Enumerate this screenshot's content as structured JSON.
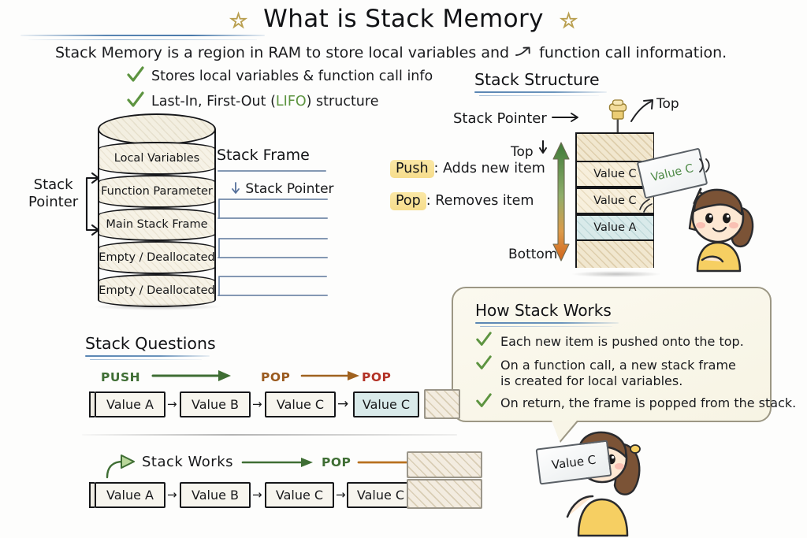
{
  "title": {
    "text": "What is Stack Memory",
    "star_left": "star-icon",
    "star_right": "star-icon"
  },
  "subtitle": {
    "part1": "Stack Memory is a region in RAM to store local variables and",
    "arrow": "↗",
    "part2": "function call information."
  },
  "intro_bullets": [
    {
      "text": "Stores local variables & function call info"
    },
    {
      "pre": "Last-In, First-Out (",
      "highlight": "LIFO",
      "post": ") structure"
    }
  ],
  "cylinder": {
    "segments": [
      "Local Variables",
      "Function Parameter",
      "Main Stack Frame",
      "Empty / Deallocated",
      "Empty / Deallocated"
    ],
    "left_label_line1": "Stack",
    "left_label_line2": "Pointer",
    "frame_label": "Stack Frame",
    "pointer_label": "Stack Pointer"
  },
  "legend": {
    "push_key": "Push",
    "push_desc": ": Adds new item",
    "pop_key": "Pop",
    "pop_desc": ": Removes item"
  },
  "stack_structure": {
    "heading": "Stack Structure",
    "stack_pointer_label": "Stack Pointer",
    "stack_pointer_arrow": "→",
    "top_right_label": "Top",
    "top_label": "Top",
    "top_arrow": "↓",
    "bottom_label": "Bottom",
    "cells": [
      {
        "text": "",
        "style": "empty"
      },
      {
        "text": "Value C",
        "style": "filled"
      },
      {
        "text": "Value C",
        "style": "filled"
      },
      {
        "text": "Value A",
        "style": "teal"
      },
      {
        "text": "",
        "style": "empty"
      }
    ],
    "held_card_label": "Value C"
  },
  "how_stack_works": {
    "heading": "How Stack Works",
    "items": [
      "Each new item is pushed onto the top.",
      "On a function call, a new stack frame\nis created for local variables.",
      "On return, the frame is popped from the stack."
    ],
    "character_card_label": "Value C"
  },
  "stack_questions": {
    "heading": "Stack Questions",
    "row1": {
      "labels": [
        {
          "text": "PUSH",
          "color": "#3f6e34"
        },
        {
          "text": "POP",
          "color": "#9a5a1e"
        },
        {
          "text": "POP",
          "color": "#b33226"
        }
      ],
      "boxes": [
        {
          "text": "Value A",
          "style": "plain"
        },
        {
          "text": "Value B",
          "style": "plain"
        },
        {
          "text": "Value C",
          "style": "plain"
        },
        {
          "text": "Value C",
          "style": "teal"
        },
        {
          "text": "",
          "style": "hatch"
        }
      ]
    },
    "row2": {
      "labels": [
        {
          "text": "Stack Works",
          "color": "#17181a"
        },
        {
          "text": "POP",
          "color": "#3f6e34"
        }
      ],
      "boxes": [
        {
          "text": "Value A",
          "style": "plain"
        },
        {
          "text": "Value B",
          "style": "plain"
        },
        {
          "text": "Value C",
          "style": "plain"
        },
        {
          "text": "Value C",
          "style": "plain"
        },
        {
          "text": "",
          "style": "hatch"
        },
        {
          "text": "",
          "style": "hatch"
        }
      ]
    }
  },
  "colors": {
    "accent_blue": "#5a86b3",
    "check_green": "#5d9440",
    "teal_fill": "#d9eaea",
    "beige_fill": "#f1e7cf",
    "highlight_yellow": "#f6dd8c",
    "arrow_green": "#3f6e34",
    "arrow_orange": "#c4731f",
    "background": "#fdfdfc"
  }
}
